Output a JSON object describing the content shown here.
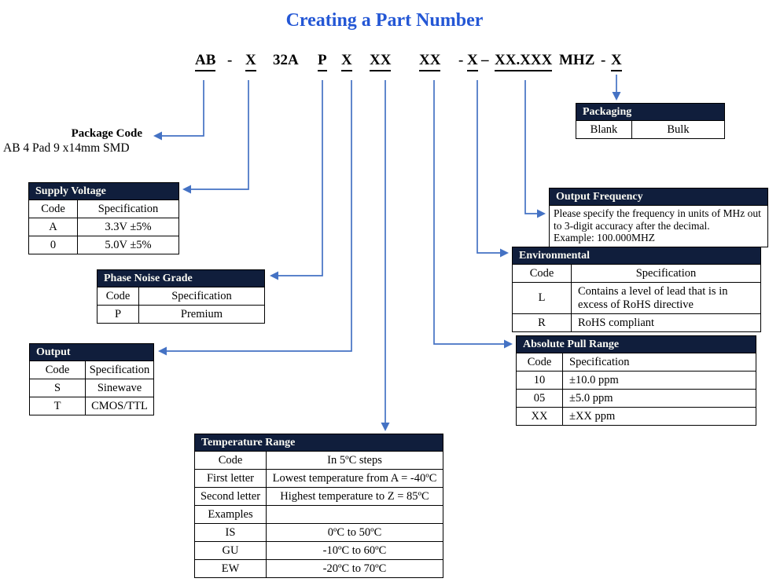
{
  "title": "Creating a Part Number",
  "part_number": {
    "segments": [
      {
        "text": "AB",
        "underline": true
      },
      {
        "text": "-",
        "underline": false
      },
      {
        "text": "X",
        "underline": true
      },
      {
        "text": "32A",
        "underline": false
      },
      {
        "text": "P",
        "underline": true
      },
      {
        "text": "X",
        "underline": true
      },
      {
        "text": "XX",
        "underline": true
      },
      {
        "text": "XX",
        "underline": true
      },
      {
        "text": "-",
        "underline": false
      },
      {
        "text": "X",
        "underline": true
      },
      {
        "text": "–",
        "underline": false
      },
      {
        "text": "XX.XXX",
        "underline": true
      },
      {
        "text": "MHZ",
        "underline": false
      },
      {
        "text": "-",
        "underline": false
      },
      {
        "text": "X",
        "underline": true
      }
    ]
  },
  "package_code": {
    "title": "Package Code",
    "description": "AB 4 Pad 9 x14mm SMD"
  },
  "supply_voltage": {
    "title": "Supply Voltage",
    "col1": "Code",
    "col2": "Specification",
    "rows": [
      {
        "code": "A",
        "spec": "3.3V ±5%"
      },
      {
        "code": "0",
        "spec": "5.0V ±5%"
      }
    ]
  },
  "phase_noise": {
    "title": "Phase Noise Grade",
    "col1": "Code",
    "col2": "Specification",
    "rows": [
      {
        "code": "P",
        "spec": "Premium"
      }
    ]
  },
  "output": {
    "title": "Output",
    "col1": "Code",
    "col2": "Specification",
    "rows": [
      {
        "code": "S",
        "spec": "Sinewave"
      },
      {
        "code": "T",
        "spec": "CMOS/TTL"
      }
    ]
  },
  "temperature": {
    "title": "Temperature Range",
    "rows": [
      {
        "code": "Code",
        "spec": "In 5ºC steps"
      },
      {
        "code": "First letter",
        "spec": "Lowest temperature from A = -40ºC"
      },
      {
        "code": "Second letter",
        "spec": "Highest temperature to Z = 85ºC"
      },
      {
        "code": "Examples",
        "spec": ""
      },
      {
        "code": "IS",
        "spec": "0ºC to 50ºC"
      },
      {
        "code": "GU",
        "spec": "-10ºC to 60ºC"
      },
      {
        "code": "EW",
        "spec": "-20ºC to 70ºC"
      }
    ]
  },
  "absolute_pull": {
    "title": "Absolute Pull Range",
    "col1": "Code",
    "col2": "Specification",
    "rows": [
      {
        "code": "10",
        "spec": "±10.0 ppm"
      },
      {
        "code": "05",
        "spec": "±5.0 ppm"
      },
      {
        "code": "XX",
        "spec": "±XX ppm"
      }
    ]
  },
  "environmental": {
    "title": "Environmental",
    "col1": "Code",
    "col2": "Specification",
    "rows": [
      {
        "code": "L",
        "spec": "Contains a level of lead that is in excess of RoHS directive"
      },
      {
        "code": "R",
        "spec": "RoHS compliant"
      }
    ]
  },
  "output_frequency": {
    "title": "Output Frequency",
    "text": "Please specify the frequency in units of MHz out to 3-digit accuracy after the decimal.",
    "example": "Example: 100.000MHZ"
  },
  "packaging": {
    "title": "Packaging",
    "cells": [
      "Blank",
      "Bulk"
    ]
  },
  "colors": {
    "header_bg": "#101e3c",
    "arrow": "#4472c4",
    "title_text": "#2457d5"
  }
}
